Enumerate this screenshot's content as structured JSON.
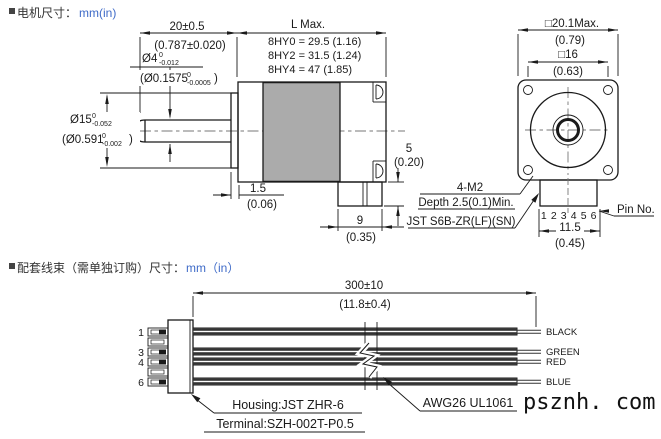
{
  "sections": {
    "motor": {
      "title": "电机尺寸：",
      "unit": "mm(in)"
    },
    "harness": {
      "title": "配套线束（需单独订购）尺寸：",
      "unit": "mm（in）"
    }
  },
  "side_view": {
    "dim_shaft_len": {
      "mm": "20±0.5",
      "inch": "(0.787±0.020)"
    },
    "dim_length": {
      "label": "L Max.",
      "rows": [
        "8HY0 = 29.5 (1.16)",
        "8HY2 = 31.5 (1.24)",
        "8HY4 = 47 (1.85)"
      ]
    },
    "dim_shaft_dia": {
      "mm": "Ø4",
      "tol_top": "0",
      "tol_bot": "-0.012",
      "inch_open": "(Ø0.1575",
      "inch_tol_top": "0",
      "inch_tol_bot": "-0.0005",
      "inch_close": ")"
    },
    "dim_boss_dia": {
      "mm": "Ø15",
      "tol_top": "0",
      "tol_bot": "-0.052",
      "inch_open": "(Ø0.591",
      "inch_tol_top": "0",
      "inch_tol_bot": "-0.002",
      "inch_close": ")"
    },
    "dim_boss_len": {
      "mm": "1.5",
      "inch": "(0.06)"
    },
    "dim_conn_w": {
      "mm": "9",
      "inch": "(0.35)"
    },
    "dim_conn_h": {
      "mm": "5",
      "inch": "(0.20)"
    },
    "label_m2_line1": "4-M2",
    "label_m2_line2": "Depth 2.5(0.1)Min.",
    "label_connector": "JST S6B-ZR(LF)(SN)"
  },
  "front_view": {
    "dim_outer": {
      "mm": "□20.1Max.",
      "inch": "(0.79)"
    },
    "dim_holes": {
      "mm": "□16",
      "inch": "(0.63)"
    },
    "dim_conn": {
      "mm": "11.5",
      "inch": "(0.45)"
    },
    "pin_numbers": "1 2 3 4 5 6",
    "pin_label": "Pin No."
  },
  "harness": {
    "dim_length": {
      "mm": "300±10",
      "inch": "(11.8±0.4)"
    },
    "pin_labels": [
      "1",
      "3",
      "4",
      "6"
    ],
    "wire_labels": [
      "BLACK",
      "GREEN",
      "RED",
      "BLUE"
    ],
    "label_housing": "Housing:JST ZHR-6",
    "label_terminal": "Terminal:SZH-002T-P0.5",
    "label_wire": "AWG26 UL1061"
  },
  "watermark": "psznh. com",
  "colors": {
    "line": "#1a1a1a",
    "motor_gray": "#ababab",
    "unit_blue": "#3f6bc8"
  }
}
